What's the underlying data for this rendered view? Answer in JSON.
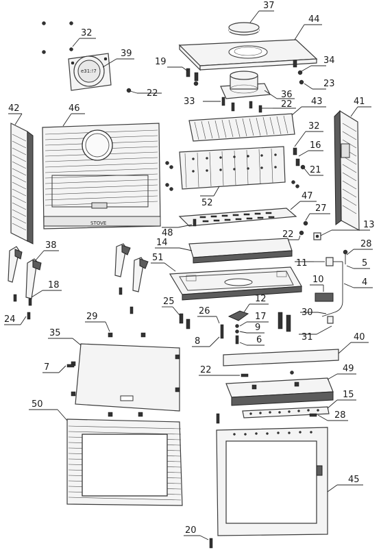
{
  "labels": {
    "l37": "37",
    "l44": "44",
    "l32a": "32",
    "l39": "39",
    "l19": "19",
    "l34": "34",
    "l23": "23",
    "l22a": "22",
    "l36": "36",
    "l33": "33",
    "l22b": "22",
    "l43": "43",
    "l42": "42",
    "l46": "46",
    "l41": "41",
    "l32b": "32",
    "l16": "16",
    "l21": "21",
    "l52": "52",
    "l47": "47",
    "l27": "27",
    "l48": "48",
    "l22c": "22",
    "l13": "13",
    "l14": "14",
    "l28a": "28",
    "l38": "38",
    "l51": "51",
    "l11": "11",
    "l5": "5",
    "l18": "18",
    "l4": "4",
    "l10": "10",
    "l25": "25",
    "l12": "12",
    "l24": "24",
    "l29": "29",
    "l26": "26",
    "l17": "17",
    "l9": "9",
    "l30": "30",
    "l6": "6",
    "l31": "31",
    "l8": "8",
    "l35": "35",
    "l40": "40",
    "l7": "7",
    "l22d": "22",
    "l49": "49",
    "l15": "15",
    "l50": "50",
    "l28b": "28",
    "l45": "45",
    "l20": "20"
  },
  "logo_text": "STOVE"
}
